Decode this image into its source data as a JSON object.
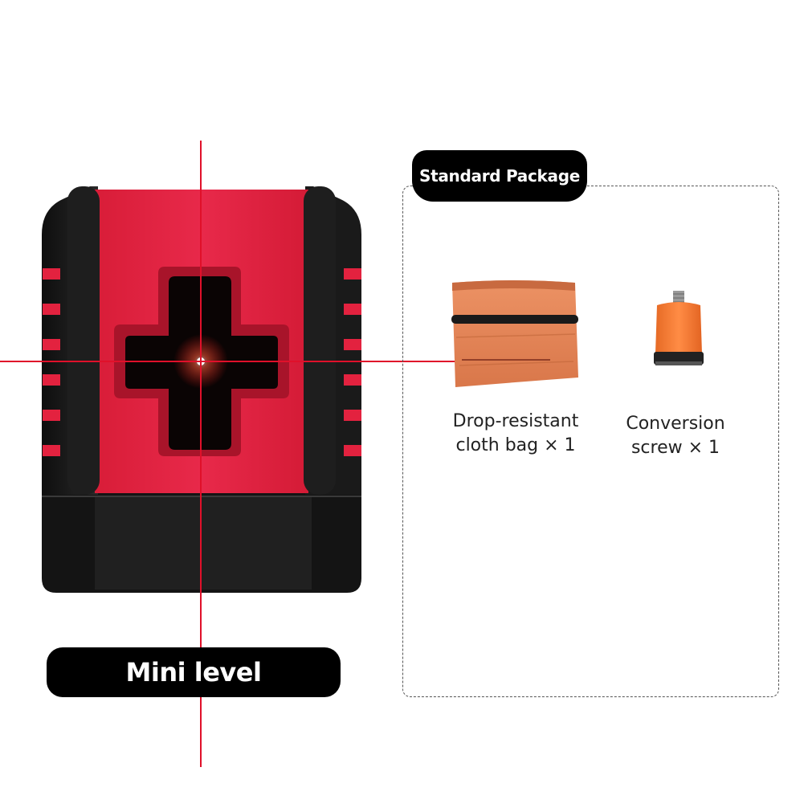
{
  "package": {
    "title": "Standard Package",
    "items": [
      {
        "name_line1": "Drop-resistant",
        "name_line2": "cloth bag × 1",
        "icon": "cloth-bag"
      },
      {
        "name_line1": "Conversion",
        "name_line2": "screw × 1",
        "icon": "conversion-screw"
      }
    ]
  },
  "product": {
    "label": "Mini level",
    "icon": "laser-level",
    "colors": {
      "body": "#e3223f",
      "frame": "#1c1c1c",
      "laser": "#e0102a"
    }
  },
  "accessory_colors": {
    "bag": "#e88a55",
    "screw": "#f27a2e"
  }
}
